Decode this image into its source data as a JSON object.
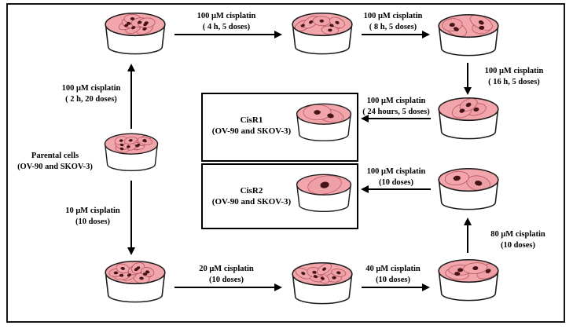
{
  "labels": {
    "cisplatin_4h": {
      "line1": "100 μM cisplatin",
      "line2": "( 4 h, 5 doses)"
    },
    "cisplatin_8h": {
      "line1": "100 μM cisplatin",
      "line2": "( 8 h, 5 doses)"
    },
    "cisplatin_16h": {
      "line1": "100 μM cisplatin",
      "line2": "( 16 h, 5 doses)"
    },
    "cisplatin_24h": {
      "line1": "100 μM cisplatin",
      "line2": "( 24 hours, 5 doses)"
    },
    "cisplatin_cisr2": {
      "line1": "100 μM cisplatin",
      "line2": "(10 doses)"
    },
    "cisplatin_80": {
      "line1": "80 μM cisplatin",
      "line2": "(10 doses)"
    },
    "cisplatin_40": {
      "line1": "40 μM cisplatin",
      "line2": "(10 doses)"
    },
    "cisplatin_20": {
      "line1": "20 μM cisplatin",
      "line2": "(10 doses)"
    },
    "cisplatin_2h": {
      "line1": "100 μM cisplatin",
      "line2": "( 2 h, 20 doses)"
    },
    "cisplatin_10": {
      "line1": "10 μM cisplatin",
      "line2": "(10 doses)"
    },
    "parental": {
      "line1": "Parental cells",
      "line2": "(OV-90 and SKOV-3)"
    },
    "cisr1": {
      "line1": "CisR1",
      "line2": "(OV-90 and SKOV-3)"
    },
    "cisr2": {
      "line1": "CisR2",
      "line2": "(OV-90 and SKOV-3)"
    }
  },
  "colors": {
    "cell_fill": "#f2a6ab",
    "cell_fill_alt": "#efa0a6",
    "cell_membrane": "#b2555c",
    "nucleus": "#441418",
    "outline": "#1c1c1c"
  },
  "dishes": [
    {
      "id": "top-left",
      "cells": 8
    },
    {
      "id": "top-middle",
      "cells": 6
    },
    {
      "id": "top-right",
      "cells": 4
    },
    {
      "id": "right-16h",
      "cells": 3
    },
    {
      "id": "cisr1",
      "cells": 2
    },
    {
      "id": "right-pre-cisr2",
      "cells": 2
    },
    {
      "id": "cisr2",
      "cells": 1
    },
    {
      "id": "parental",
      "cells": 9
    },
    {
      "id": "bottom-left",
      "cells": 9
    },
    {
      "id": "bottom-middle",
      "cells": 7
    },
    {
      "id": "bottom-right",
      "cells": 4
    }
  ]
}
